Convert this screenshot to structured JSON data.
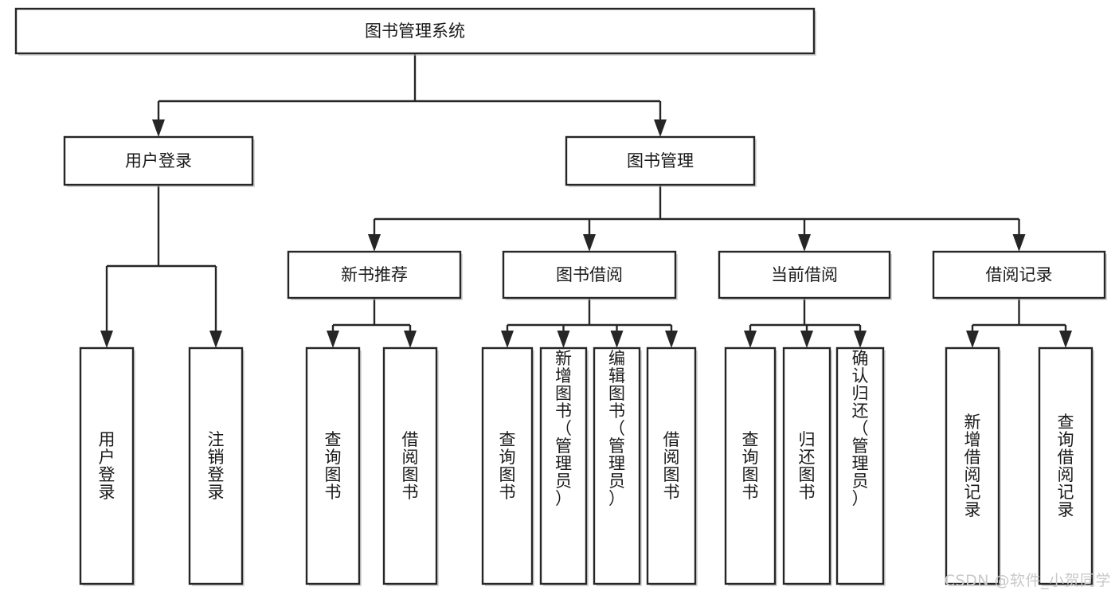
{
  "diagram": {
    "title": "图书管理系统",
    "type": "hierarchy-tree",
    "orientation": "top-down",
    "colors": {
      "box_border": "#262626",
      "box_fill": "#ffffff",
      "connector": "#262626",
      "text": "#1a1a1a",
      "watermark": "#c9c9c9"
    },
    "root": {
      "id": "root",
      "label": "图书管理系统",
      "level": 0
    },
    "level1": [
      {
        "id": "user-login",
        "label": "用户登录",
        "level": 1
      },
      {
        "id": "book-manage",
        "label": "图书管理",
        "level": 1
      }
    ],
    "level2": [
      {
        "id": "new-book-recommend",
        "label": "新书推荐",
        "level": 2,
        "parent": "book-manage"
      },
      {
        "id": "book-borrow",
        "label": "图书借阅",
        "level": 2,
        "parent": "book-manage"
      },
      {
        "id": "current-borrow",
        "label": "当前借阅",
        "level": 2,
        "parent": "book-manage"
      },
      {
        "id": "borrow-record",
        "label": "借阅记录",
        "level": 2,
        "parent": "book-manage"
      }
    ],
    "leaves": [
      {
        "id": "leaf-user-login",
        "label": "用户登录",
        "parent": "user-login",
        "align": "middle"
      },
      {
        "id": "leaf-user-logout",
        "label": "注销登录",
        "parent": "user-login",
        "align": "middle"
      },
      {
        "id": "leaf-query-book-recommend",
        "label": "查询图书",
        "parent": "new-book-recommend",
        "align": "middle"
      },
      {
        "id": "leaf-borrow-book-recommend",
        "label": "借阅图书",
        "parent": "new-book-recommend",
        "align": "middle"
      },
      {
        "id": "leaf-query-book-borrow",
        "label": "查询图书",
        "parent": "book-borrow",
        "align": "middle"
      },
      {
        "id": "leaf-add-book-admin",
        "label": "新增图书（管理员）",
        "parent": "book-borrow",
        "align": "top"
      },
      {
        "id": "leaf-edit-book-admin",
        "label": "编辑图书（管理员）",
        "parent": "book-borrow",
        "align": "top"
      },
      {
        "id": "leaf-borrow-book",
        "label": "借阅图书",
        "parent": "book-borrow",
        "align": "middle"
      },
      {
        "id": "leaf-query-book-current",
        "label": "查询图书",
        "parent": "current-borrow",
        "align": "middle"
      },
      {
        "id": "leaf-return-book",
        "label": "归还图书",
        "parent": "current-borrow",
        "align": "middle"
      },
      {
        "id": "leaf-confirm-return-admin",
        "label": "确认归还（管理员）",
        "parent": "current-borrow",
        "align": "top"
      },
      {
        "id": "leaf-add-borrow-record",
        "label": "新增借阅记录",
        "parent": "borrow-record",
        "align": "middle"
      },
      {
        "id": "leaf-query-borrow-record",
        "label": "查询借阅记录",
        "parent": "borrow-record",
        "align": "middle"
      }
    ]
  },
  "watermark": {
    "text": "CSDN @软件_小贺同学"
  }
}
